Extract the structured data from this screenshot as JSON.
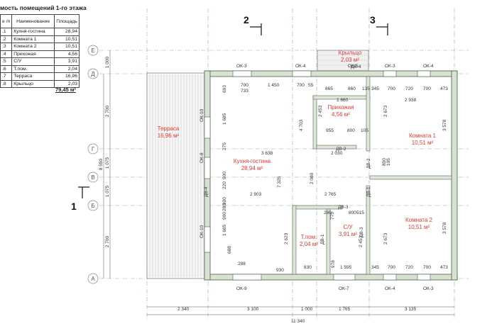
{
  "table": {
    "title": "мость помещений 1-го этажа",
    "headers": {
      "num": "e\n/п",
      "name": "Наименование",
      "area": "Площадь"
    },
    "rows": [
      {
        "num": ".1",
        "name": "Кухня-гостина",
        "area": "28,94"
      },
      {
        "num": ".2",
        "name": "Комната 1",
        "area": "10,51"
      },
      {
        "num": ".3",
        "name": "Комната 2",
        "area": "10,51"
      },
      {
        "num": ".4",
        "name": "Прихожая",
        "area": "4,56"
      },
      {
        "num": ".5",
        "name": "С/У",
        "area": "3,91"
      },
      {
        "num": ".6",
        "name": "Т.пом.",
        "area": "2,04"
      },
      {
        "num": ".7",
        "name": "Терраса",
        "area": "16,96"
      },
      {
        "num": ".8",
        "name": "Крыльцо",
        "area": "2,03"
      }
    ],
    "total": "79,45 м²"
  },
  "rooms": {
    "terrace": [
      "Терраса",
      "16,96 м²"
    ],
    "kitchen": [
      "Кухня-гостина",
      "28,94 м²"
    ],
    "hall": [
      "Прихожая",
      "4,56 м²"
    ],
    "room1": [
      "Комната 1",
      "10,51 м²"
    ],
    "room2": [
      "Комната 2",
      "10,51 м²"
    ],
    "bath": [
      "С/У",
      "3,91 м²"
    ],
    "tech": [
      "Т.пом.",
      "2,04 м²"
    ],
    "porch": [
      "Крыльцо",
      "2,03 м²"
    ]
  },
  "axes": {
    "rows": [
      "Е",
      "Д",
      "Г",
      "В",
      "Б",
      "А"
    ],
    "row_dims": [
      "1 000",
      "2 700",
      "1 075",
      "1 075",
      "2 700"
    ],
    "overall_left": "8 550"
  },
  "sections": [
    "2",
    "3",
    "1"
  ],
  "bottom_dims": [
    "2 340",
    "3 100",
    "1 000",
    "1 765",
    "3 135"
  ],
  "bottom_total": "11 340",
  "windows": [
    "ОК-3",
    "ОК-4",
    "ОК-5",
    "ОК-3",
    "ОК-4",
    "ОК-9",
    "ОК-7",
    "ОК-4",
    "ОК-3",
    "ОК-10",
    "ОК-8",
    "ОК-10"
  ],
  "doors": [
    "ДВ-4",
    "ДВ-2",
    "ДВ-2",
    "ДВ-1",
    "ДВ-3",
    "ДВ-1",
    "ДВ-3",
    "ДВ-4"
  ],
  "inner_dims": [
    "700",
    "733",
    "1 450",
    "700",
    "55",
    "865",
    "860",
    "135",
    "345",
    "700",
    "720",
    "700",
    "473",
    "1 860",
    "2 938",
    "2 453",
    "2 673",
    "3 578",
    "955",
    "800",
    "105",
    "2 030",
    "3 638",
    "800",
    "105",
    "1 685",
    "275",
    "693",
    "4 703",
    "2 903",
    "2 765",
    "7 325",
    "2 080",
    "280",
    "800",
    "515",
    "2 623",
    "2 453",
    "775",
    "2 673",
    "3 578",
    "688",
    "1 685",
    "288",
    "930",
    "830",
    "978",
    "1 595",
    "345",
    "700",
    "720",
    "700",
    "473",
    "900",
    "220",
    "900",
    "900",
    "280"
  ]
}
